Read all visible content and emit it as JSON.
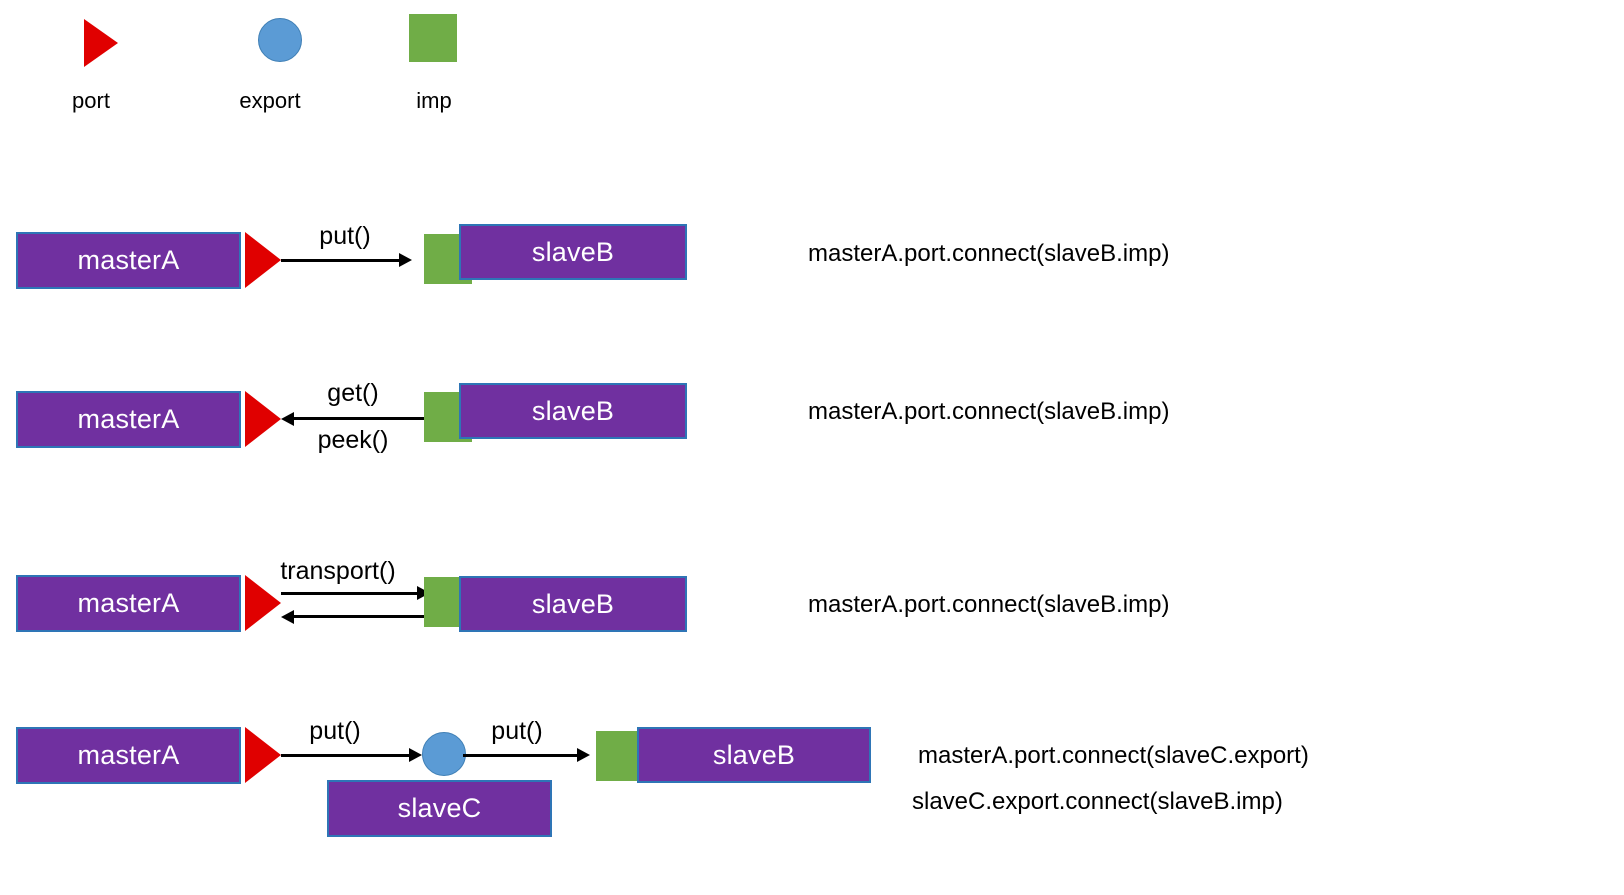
{
  "legend": {
    "items": [
      {
        "label": "port",
        "icon": "red-triangle-port-icon"
      },
      {
        "label": "export",
        "icon": "blue-circle-export-icon"
      },
      {
        "label": "imp",
        "icon": "green-square-imp-icon"
      }
    ]
  },
  "colors": {
    "block_fill": "#7030A0",
    "block_border": "#2E75B6",
    "port": "#E00000",
    "export": "#5B9BD5",
    "imp": "#70AD47",
    "arrow": "#000000",
    "background": "#FFFFFF",
    "block_text": "#FFFFFF",
    "code_text": "#000000"
  },
  "rows": [
    {
      "id": "row-put",
      "master": "masterA",
      "slave": "slaveB",
      "ops": [
        "put()"
      ],
      "arrows": [
        "right"
      ],
      "code": [
        "masterA.port.connect(slaveB.imp)"
      ]
    },
    {
      "id": "row-get-peek",
      "master": "masterA",
      "slave": "slaveB",
      "ops": [
        "get()",
        "peek()"
      ],
      "arrows": [
        "left"
      ],
      "code": [
        "masterA.port.connect(slaveB.imp)"
      ]
    },
    {
      "id": "row-transport",
      "master": "masterA",
      "slave": "slaveB",
      "ops": [
        "transport()"
      ],
      "arrows": [
        "right",
        "left"
      ],
      "code": [
        "masterA.port.connect(slaveB.imp)"
      ]
    },
    {
      "id": "row-export-chain",
      "master": "masterA",
      "slave": "slaveB",
      "middle": "slaveC",
      "ops": [
        "put()",
        "put()"
      ],
      "arrows": [
        "right",
        "right"
      ],
      "code": [
        "masterA.port.connect(slaveC.export)",
        "slaveC.export.connect(slaveB.imp)"
      ]
    }
  ]
}
